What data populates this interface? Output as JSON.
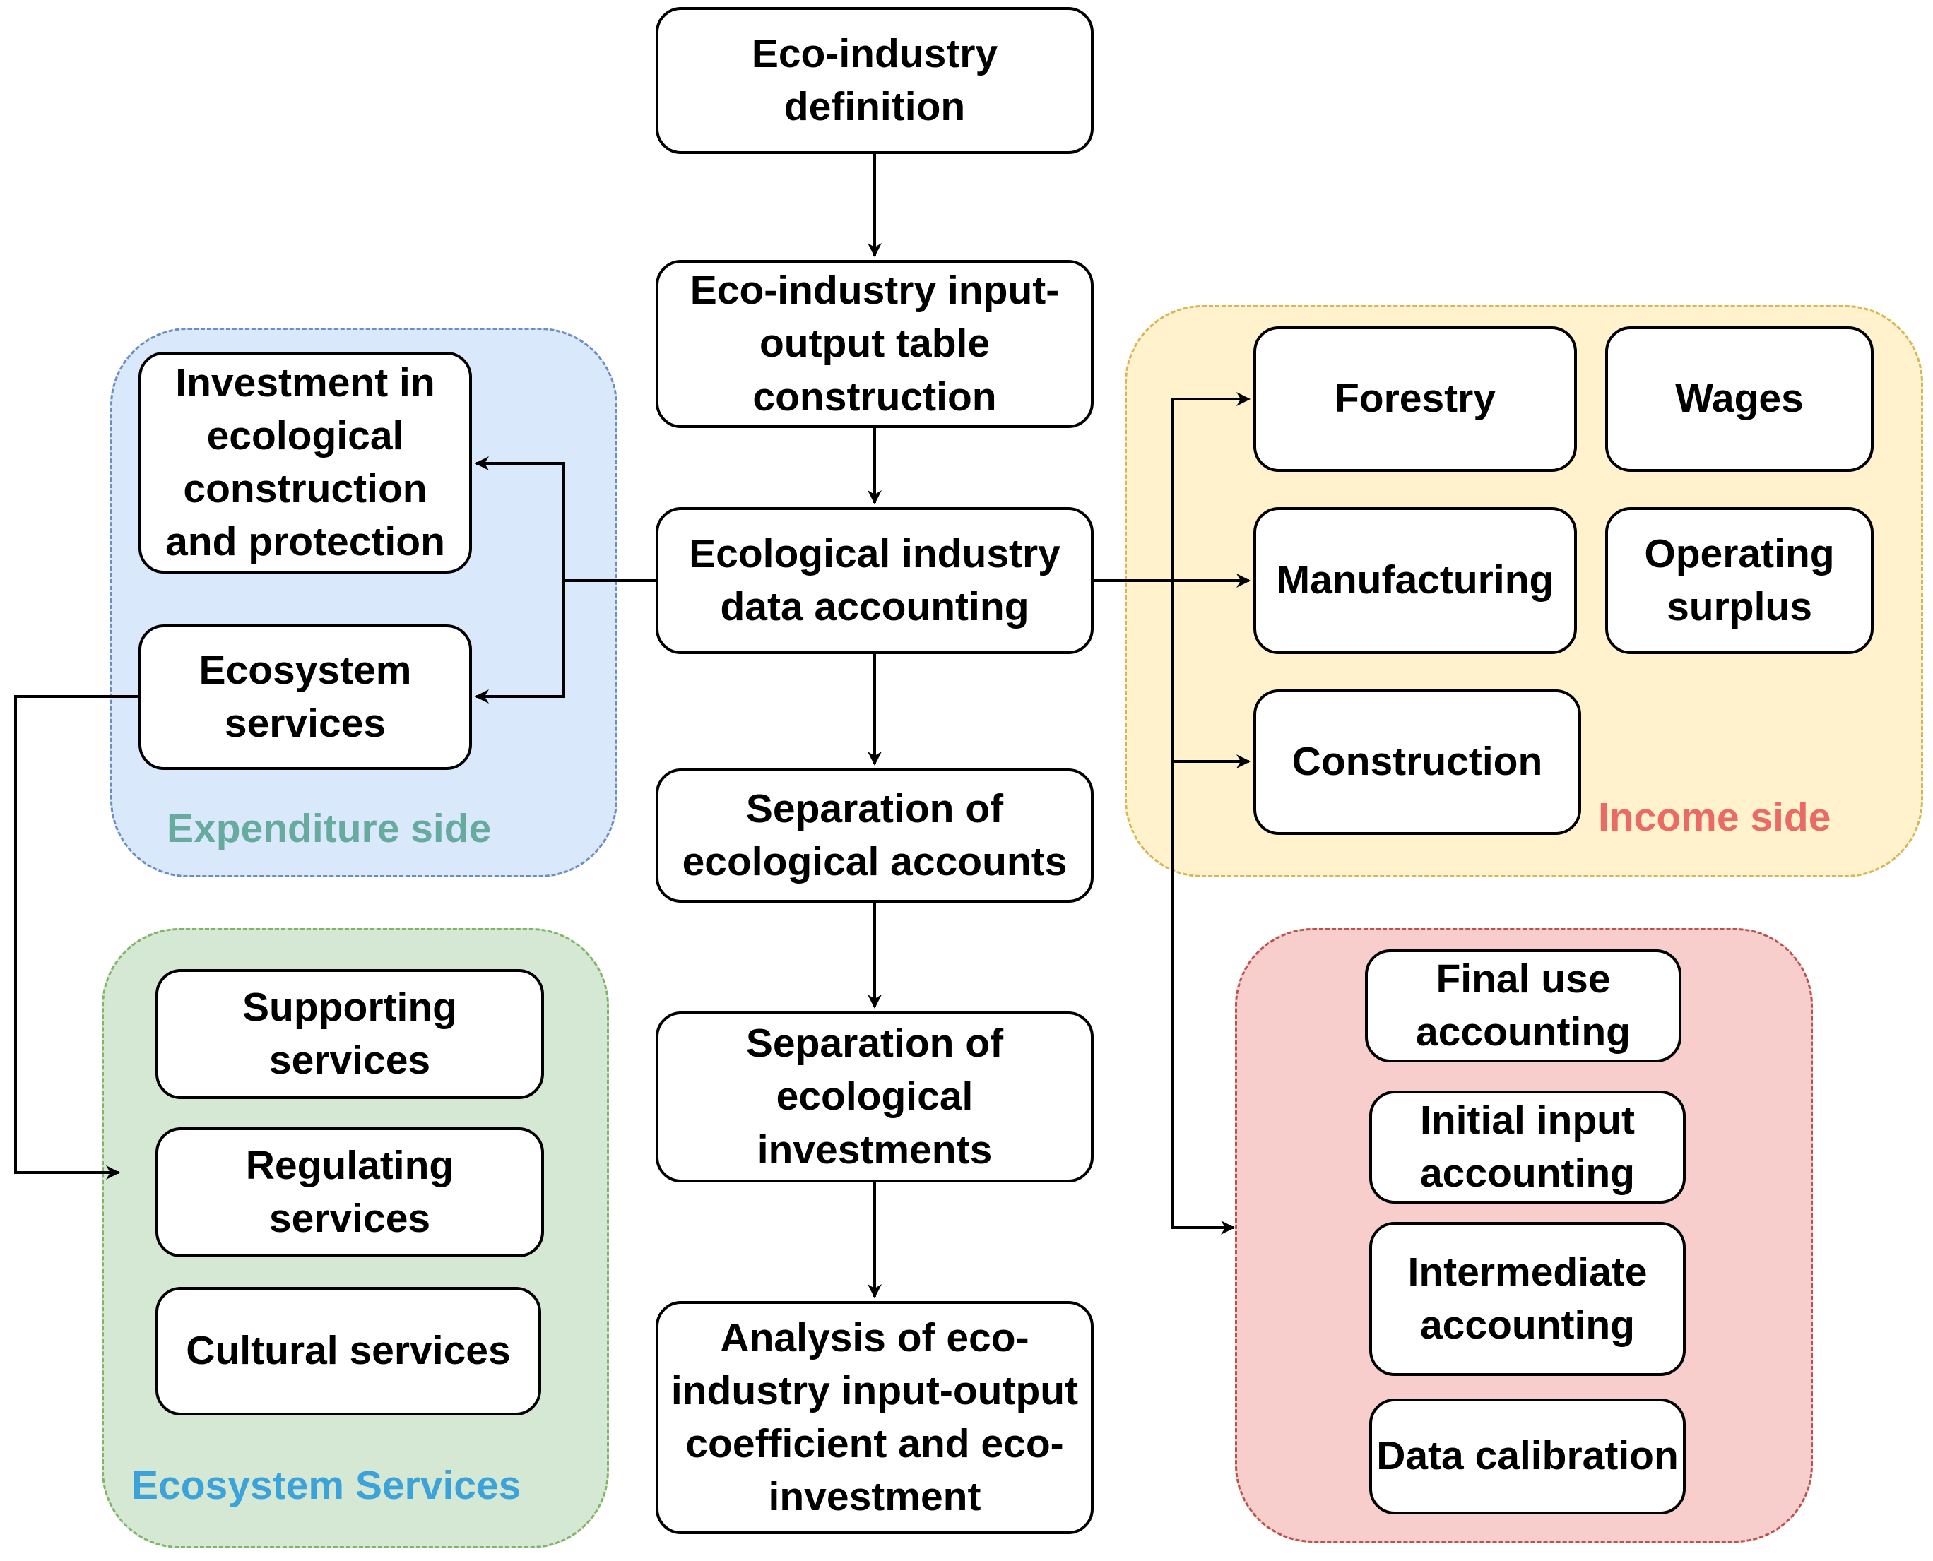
{
  "groups": {
    "expenditure": {
      "label": "Expenditure side",
      "color": "#67ab9f"
    },
    "income": {
      "label": "Income side",
      "color": "#ea6b66"
    },
    "ecosystem": {
      "label": "Ecosystem Services",
      "color": "#3ba3d9"
    }
  },
  "main_flow": [
    "Eco-industry definition",
    "Eco-industry input-output table construction",
    "Ecological industry data accounting",
    "Separation of ecological accounts",
    "Separation of ecological investments",
    "Analysis of eco-industry input-output coefficient and eco-investment"
  ],
  "expenditure_items": [
    "Investment in ecological construction and protection",
    "Ecosystem services"
  ],
  "income_items": [
    "Forestry",
    "Wages",
    "Manufacturing",
    "Operating surplus",
    "Construction"
  ],
  "ecosystem_items": [
    "Supporting services",
    "Regulating services",
    "Cultural services"
  ],
  "calibration_items": [
    "Final use accounting",
    "Initial input accounting",
    "Intermediate accounting",
    "Data calibration"
  ]
}
